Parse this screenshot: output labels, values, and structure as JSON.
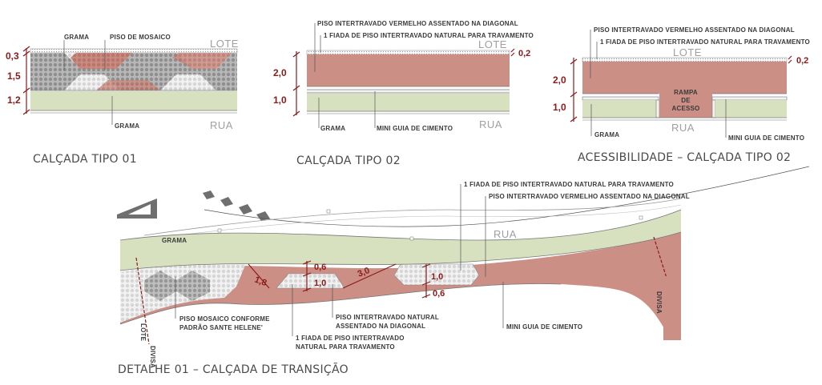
{
  "colors": {
    "grass": "#d7e1bf",
    "brick": "#cc8f85",
    "mosaic_gray": "#a9a9a9",
    "dimension_red": "#8b1a1a",
    "label_gray": "#3a3a3a",
    "placeholder_gray": "#a0a0a0"
  },
  "tipo01": {
    "caption": "CALÇADA TIPO 01",
    "label_grama_top": "GRAMA",
    "label_mosaico": "PISO DE MOSAICO",
    "label_grama_bottom": "GRAMA",
    "lote": "LOTE",
    "rua": "RUA",
    "dims": [
      "0,3",
      "1,5",
      "1,2"
    ]
  },
  "tipo02": {
    "caption": "CALÇADA TIPO 02",
    "label_vermelho": "PISO INTERTRAVADO VERMELHO ASSENTADO NA DIAGONAL",
    "label_fiada": "1 FIADA DE PISO INTERTRAVADO NATURAL PARA TRAVAMENTO",
    "label_grama": "GRAMA",
    "label_guia": "MINI GUIA DE CIMENTO",
    "lote": "LOTE",
    "rua": "RUA",
    "dims": [
      "2,0",
      "1,0",
      "0,2"
    ]
  },
  "acess": {
    "caption": "ACESSIBILIDADE – CALÇADA TIPO 02",
    "label_vermelho": "PISO INTERTRAVADO VERMELHO ASSENTADO NA DIAGONAL",
    "label_fiada": "1 FIADA DE PISO INTERTRAVADO NATURAL PARA TRAVAMENTO",
    "label_grama": "GRAMA",
    "label_guia": "MINI GUIA DE CIMENTO",
    "rampa": [
      "RAMPA",
      "DE",
      "ACESSO"
    ],
    "lote": "LOTE",
    "rua": "RUA",
    "dims": [
      "2,0",
      "1,0",
      "0,2"
    ]
  },
  "detalhe": {
    "caption": "DETALHE 01 – CALÇADA DE TRANSIÇÃO",
    "label_fiada_top": "1 FIADA DE PISO INTERTRAVADO NATURAL PARA TRAVAMENTO",
    "label_vermelho_top": "PISO INTERTRAVADO VERMELHO ASSENTADO NA DIAGONAL",
    "label_grama": "GRAMA",
    "rua": "RUA",
    "label_mosaico": [
      "PISO MOSAICO CONFORME",
      "PADRÃO SANTE HELENE'"
    ],
    "label_natural": [
      "PISO INTERTRAVADO NATURAL",
      "ASSENTADO NA DIAGONAL"
    ],
    "label_fiada_bottom": [
      "1 FIADA DE PISO INTERTRAVADO",
      "NATURAL PARA TRAVAMENTO"
    ],
    "label_guia": "MINI GUIA DE CIMENTO",
    "divisa": "DIVISA",
    "lote": "LOTE",
    "dims": [
      "1,8",
      "0,6",
      "1,0",
      "3,0",
      "1,0",
      "0,6"
    ]
  }
}
